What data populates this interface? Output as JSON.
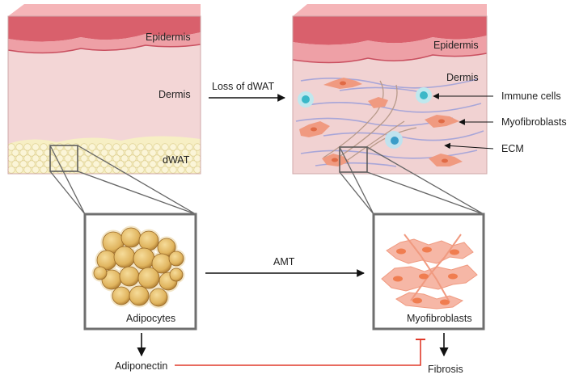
{
  "colors": {
    "skin_top": "#e8808a",
    "epidermis": "#d9606c",
    "dermis": "#f3d6d6",
    "fat": "#f7efc4",
    "fibroblast": "#f09a80",
    "immune": "#3ab8c8",
    "inhibit_line": "#e03a2a",
    "box_border": "#777777"
  },
  "left_skin": {
    "epidermis": "Epidermis",
    "dermis": "Dermis",
    "dwat": "dWAT"
  },
  "right_skin": {
    "epidermis": "Epidermis",
    "dermis": "Dermis"
  },
  "arrows": {
    "loss": "Loss of dWAT",
    "amt": "AMT"
  },
  "right_labels": {
    "immune": "Immune cells",
    "myofibroblasts": "Myofibroblasts",
    "ecm": "ECM"
  },
  "zoom_left": {
    "label": "Adipocytes"
  },
  "zoom_right": {
    "label": "Myofibroblasts"
  },
  "outputs": {
    "adiponectin": "Adiponectin",
    "fibrosis": "Fibrosis"
  }
}
